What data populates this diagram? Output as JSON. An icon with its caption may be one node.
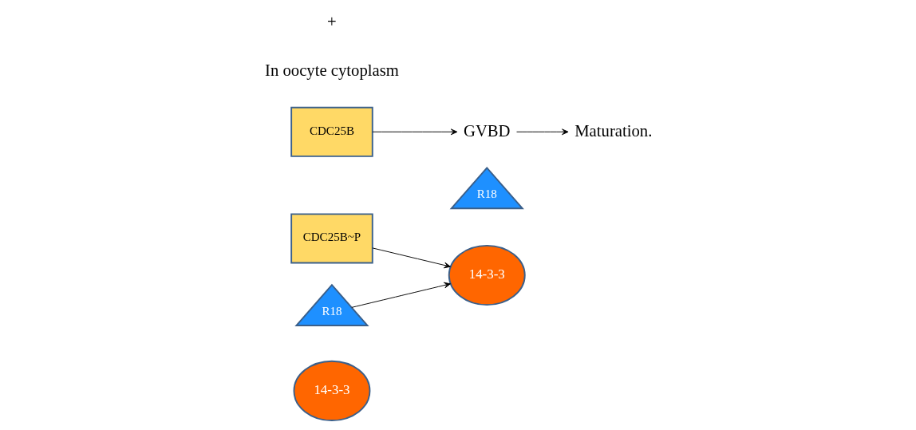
{
  "diagram": {
    "nodes": [
      {
        "text": [
          "14-3-3"
        ]
      },
      {
        "text": [
          "CDC25B~P"
        ]
      },
      {
        "text": [
          "R18"
        ]
      },
      {
        "text": [
          "14-3-3"
        ]
      },
      {
        "text": [
          "R18"
        ]
      },
      {
        "text": [
          "CDC25B"
        ]
      },
      {
        "text": [
          "GVBD"
        ]
      },
      {
        "text": [
          "Maturation."
        ]
      }
    ],
    "edges": [
      {
        "from": 1,
        "to": 3,
        "arrow": "to"
      },
      {
        "from": 2,
        "to": 3,
        "arrow": "to"
      },
      {
        "from": 5,
        "to": 6,
        "arrow": "to"
      },
      {
        "from": 6,
        "to": 7,
        "arrow": "to"
      }
    ],
    "labels": [
      "In oocyte cytoplasm",
      "+"
    ]
  }
}
